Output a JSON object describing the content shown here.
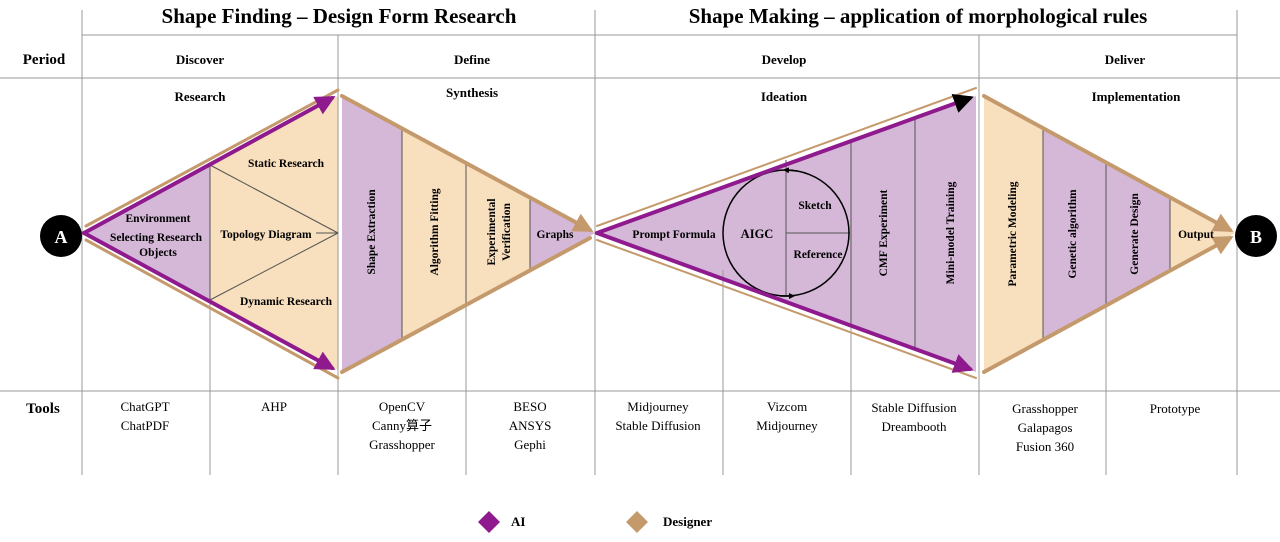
{
  "headers": {
    "left": "Shape Finding – Design Form Research",
    "right": "Shape Making – application of morphological rules"
  },
  "row_labels": {
    "period": "Period",
    "tools": "Tools"
  },
  "phases": [
    "Discover",
    "Define",
    "Develop",
    "Deliver"
  ],
  "stages": [
    "Research",
    "Synthesis",
    "Ideation",
    "Implementation"
  ],
  "nodes": {
    "start": "A",
    "end": "B"
  },
  "discover": {
    "left_lines": [
      "Environment",
      "Selecting Research",
      "Objects"
    ],
    "static": "Static Research",
    "topology": "Topology Diagram",
    "dynamic": "Dynamic Research"
  },
  "define": {
    "shape_extraction": "Shape Extraction",
    "algorithm_fitting": "Algorithm Fitting",
    "experimental": [
      "Experimental",
      "Verification"
    ],
    "graphs": "Graphs"
  },
  "develop": {
    "prompt": "Prompt Formula",
    "aigc": "AIGC",
    "sketch": "Sketch",
    "reference": "Reference",
    "cmf": "CMF Experiment",
    "mini_model": "Mini-model Training"
  },
  "deliver": {
    "parametric": "Parametric Modeling",
    "genetic": "Genetic algorithm",
    "generate": "Generate Design",
    "output": "Output"
  },
  "tools": [
    [
      "ChatGPT",
      "ChatPDF"
    ],
    [
      "AHP"
    ],
    [
      "OpenCV",
      "Canny算子",
      "Grasshopper"
    ],
    [
      "BESO",
      "ANSYS",
      "Gephi"
    ],
    [
      "Midjourney",
      "Stable Diffusion"
    ],
    [
      "Vizcom",
      "Midjourney"
    ],
    [
      "Stable Diffusion",
      "Dreambooth"
    ],
    [
      "Grasshopper",
      "Galapagos",
      "Fusion 360"
    ],
    [
      "Prototype"
    ]
  ],
  "legend": {
    "ai": "AI",
    "designer": "Designer"
  },
  "colors": {
    "ai": "#8e1a8e",
    "designer": "#c49a6c",
    "ai_fill": "#d5b8d8",
    "designer_fill": "#f8dfbe",
    "node": "#000000",
    "grid": "#999999"
  }
}
